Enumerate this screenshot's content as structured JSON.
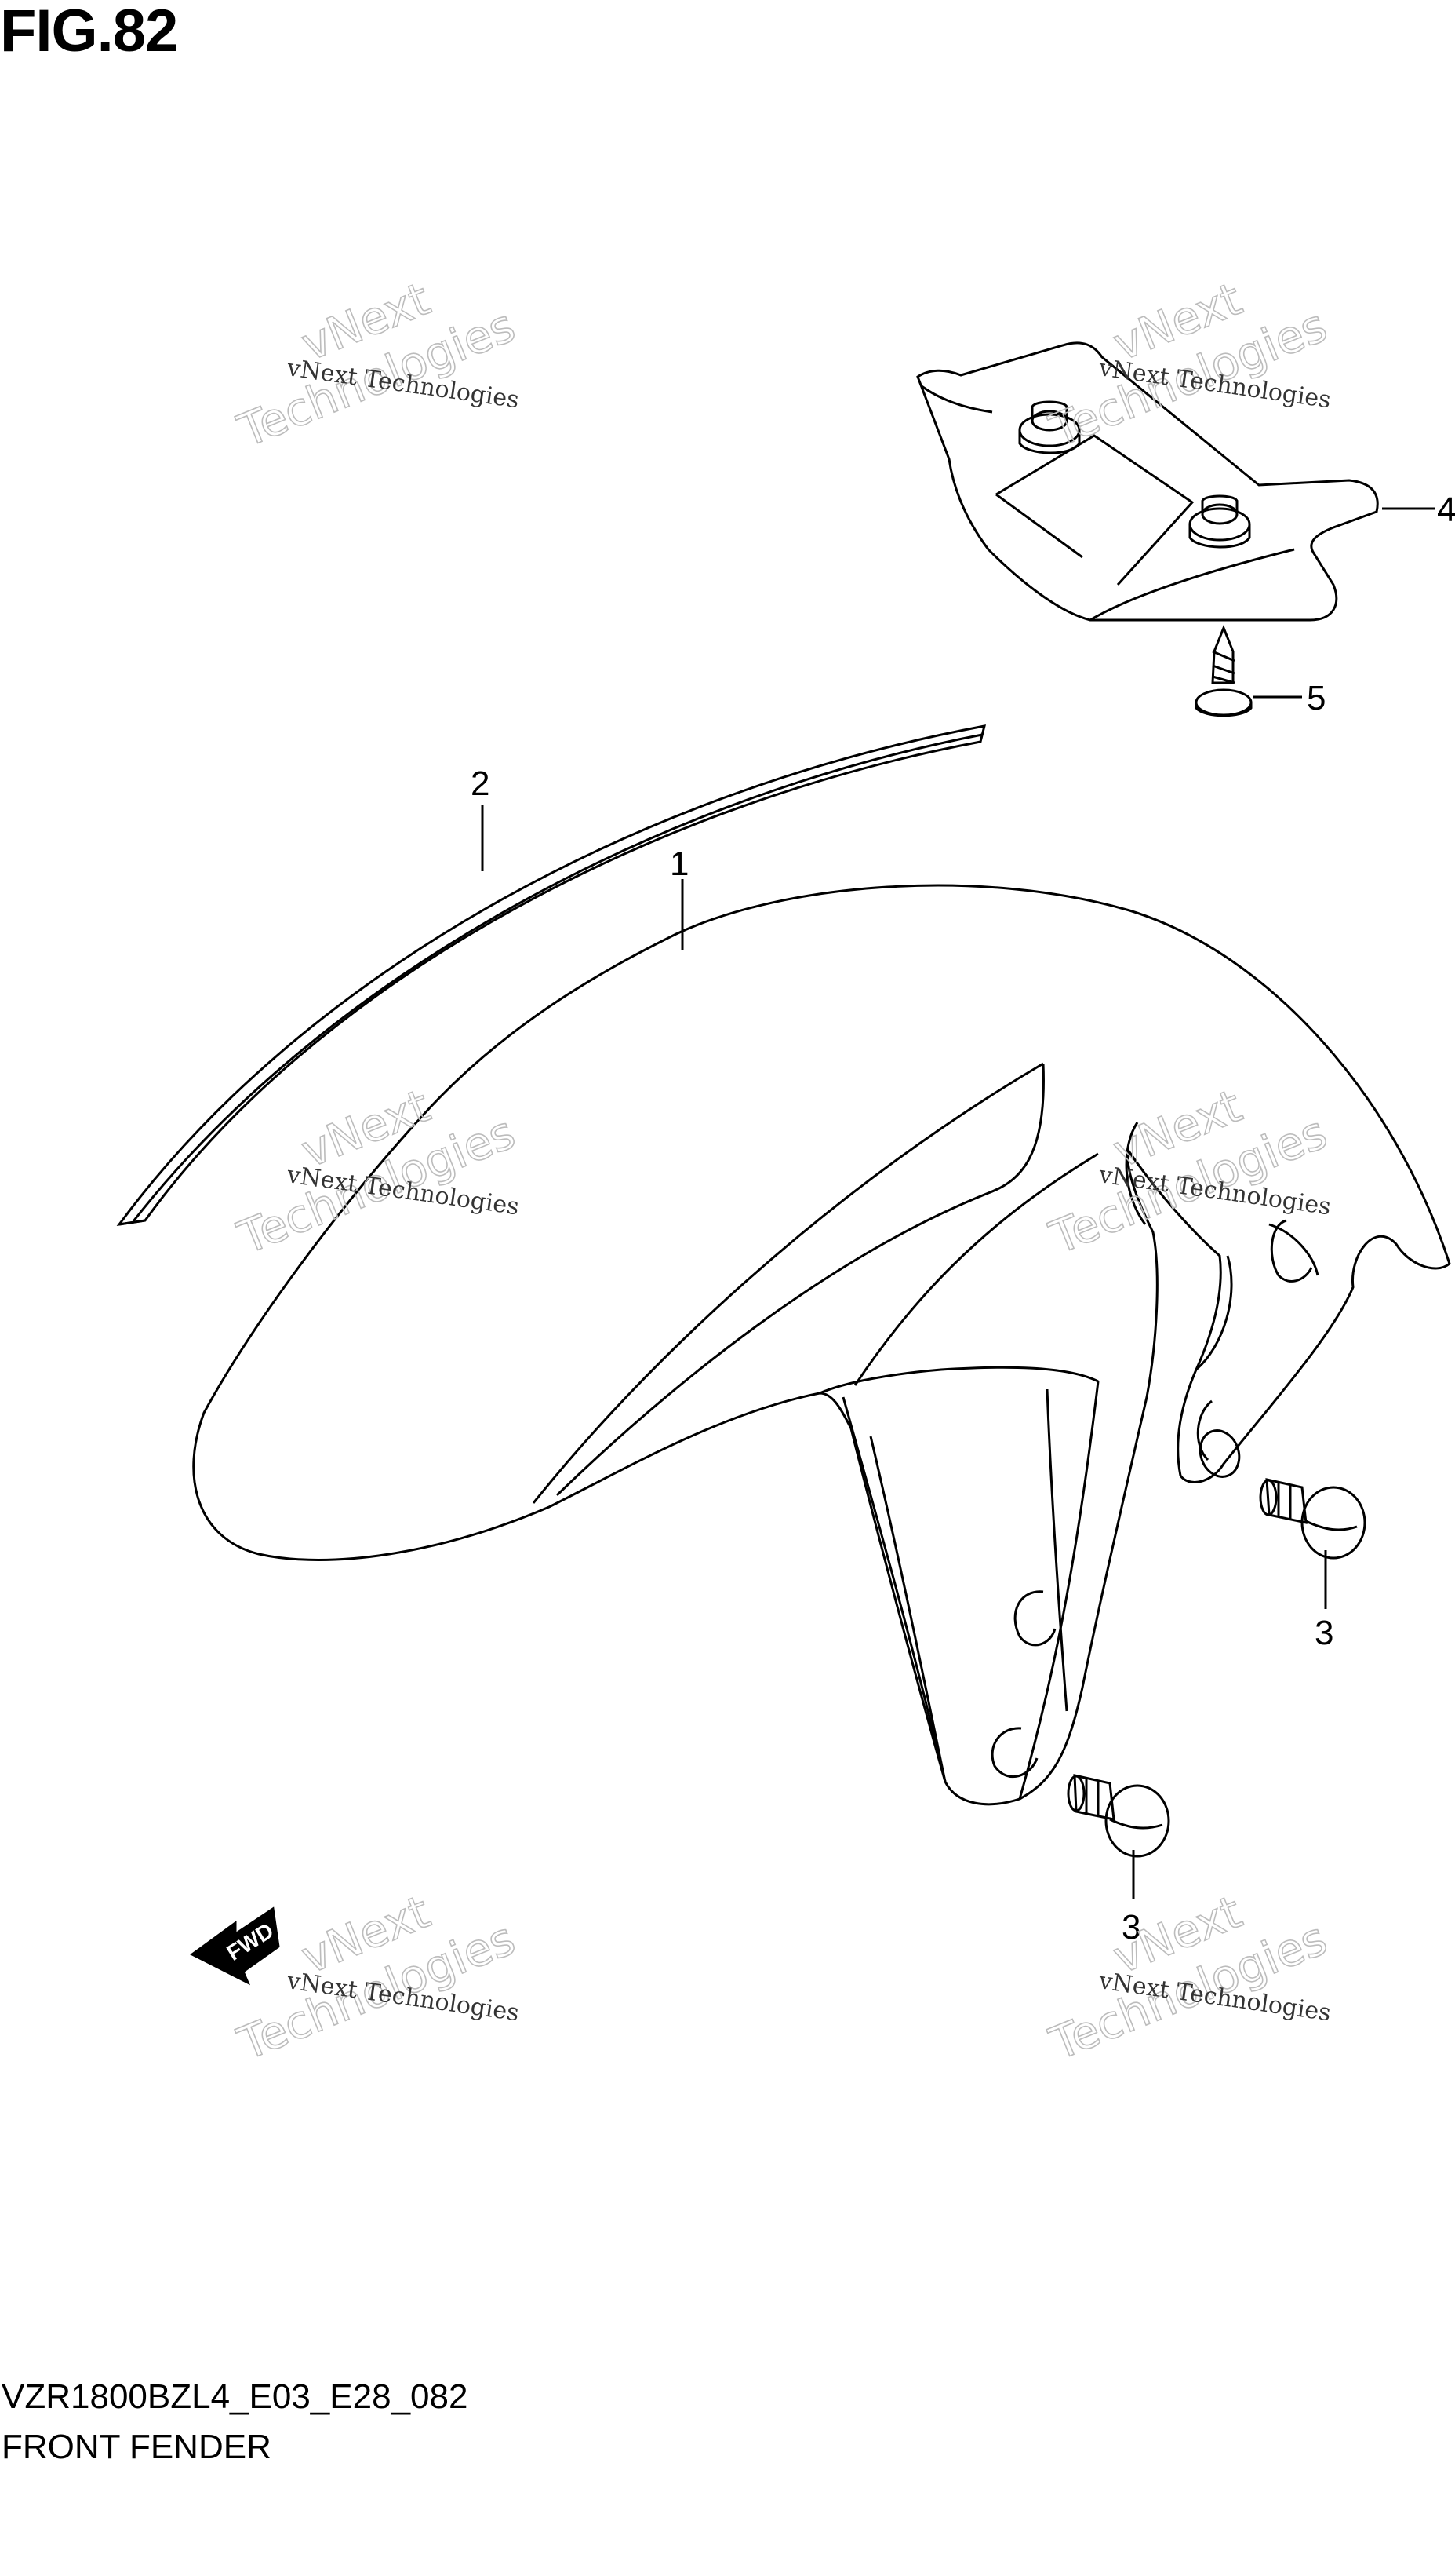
{
  "figure": {
    "title": "FIG.82",
    "code": "VZR1800BZL4_E03_E28_082",
    "name": "FRONT FENDER"
  },
  "callouts": {
    "part_1": "1",
    "part_2": "2",
    "part_3a": "3",
    "part_3b": "3",
    "part_4": "4",
    "part_5": "5"
  },
  "fwd_label": "FWD",
  "watermark": {
    "line1": "vNext Technologies",
    "line2": "vNext",
    "line3": "Technologies"
  }
}
